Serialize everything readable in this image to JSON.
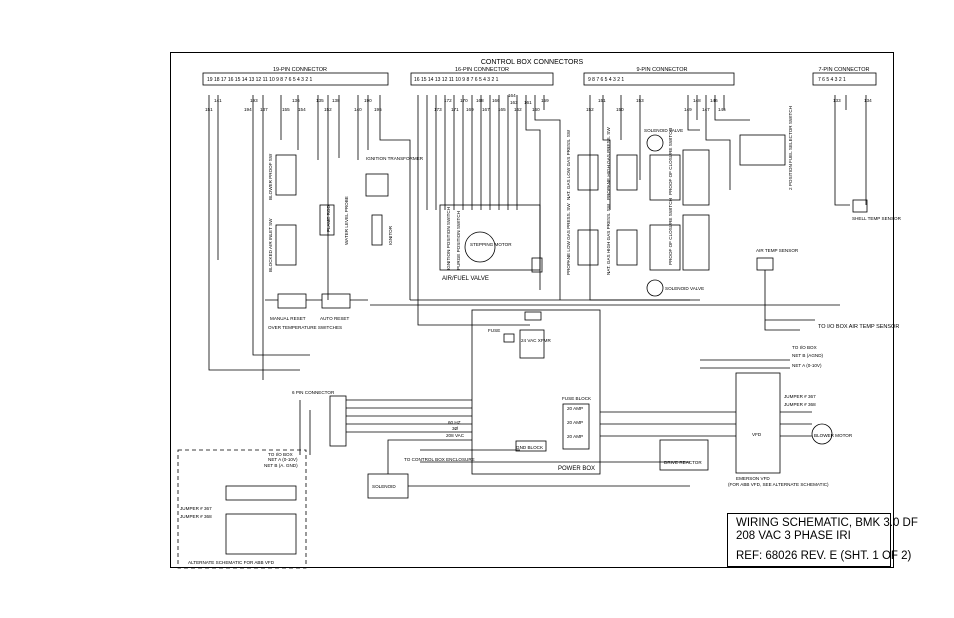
{
  "header": {
    "title": "CONTROL BOX CONNECTORS"
  },
  "connectors": {
    "c19": {
      "label": "19-PIN CONNECTOR",
      "pins": "19 18 17   16 15 14 13   12 11 10 9   8  7  6  5  4  3   2   1"
    },
    "c16": {
      "label": "16-PIN CONNECTOR",
      "pins": "16 15 14 13 12 11 10  9   8  7  6  5  4  3  2  1"
    },
    "c9": {
      "label": "9-PIN CONNECTOR",
      "pins": "9    8       7       6                   5   4   3   2   1"
    },
    "c7": {
      "label": "7-PIN CONNECTOR",
      "pins": "7  6  5  4  3  2  1"
    },
    "c6": {
      "label": "6 PIN CONNECTOR"
    }
  },
  "wires19": [
    "141",
    "151",
    "193",
    "194",
    "137",
    "136",
    "155",
    "154",
    "135",
    "138",
    "152",
    "140",
    "190",
    "195"
  ],
  "wires16": [
    "173",
    "172",
    "171",
    "170",
    "169",
    "168",
    "167",
    "166",
    "165",
    "164",
    "163",
    "162",
    "161",
    "160",
    "159"
  ],
  "wires9": [
    "152",
    "151",
    "150",
    "153",
    "149",
    "148",
    "147",
    "146",
    "145"
  ],
  "wires7": [
    "133",
    "134"
  ],
  "components": {
    "blower_proof": "BLOWER PROOF SW",
    "blocked_inlet": "BLOCKED AIR INLET SW",
    "ignition_transformer": "IGNITION TRANSFORMER",
    "flame_rod": "FLAME ROD",
    "water_level": "WATER LEVEL PROBE",
    "ignitor": "IGNITOR",
    "gnd": "GND",
    "ignition_position": "IGNITION POSITION SWITCH",
    "purge_position": "PURGE POSITION SWITCH",
    "stepping_motor": "STEPPING MOTOR",
    "air_fuel_valve": "AIR/FUEL VALVE",
    "manual_reset": "MANUAL RESET",
    "auto_reset": "AUTO RESET",
    "over_temp": "OVER TEMPERATURE SWITCHES",
    "nat_gas_low": "NAT. GAS LOW GAS PRESS. SW",
    "propane_high": "PROPANE HIGH GAS PRESS. SW",
    "propane_low": "PROPANE LOW GAS PRESS. SW",
    "nat_gas_high": "NAT. GAS HIGH GAS PRESS. SW",
    "solenoid_valve": "SOLENOID VALVE",
    "proof_closure": "PROOF OF CLOSURE SWITCH",
    "fuel_selector": "2 POSITION FUEL SELECTOR SWITCH",
    "shell_temp": "SHELL TEMP SENSOR",
    "air_temp": "AIR TEMP SENSOR",
    "to_io_air": "TO I/O BOX AIR TEMP SENSOR",
    "fuse": "FUSE",
    "xfmr": "24 VAC XFMR",
    "hz": "60 HZ",
    "phase": "3Ø",
    "vac": "208 VAC",
    "fuse_block": "FUSE BLOCK",
    "amp": "20 AMP",
    "gnd_block": "GND BLOCK",
    "power_box": "POWER BOX",
    "to_control_box": "TO CONTROL BOX ENCLOSURE",
    "solenoid": "SOLENOID",
    "drive_reactor": "DRIVE REACTOR",
    "vfd": "VFD",
    "emerson_vfd": "EMERSON VFD",
    "blower_motor": "BLOWER MOTOR",
    "to_io_box": "TO I/O BOX",
    "net_b": "NET B (AGND)",
    "net_a": "NET A (0-10V)",
    "jumper367": "JUMPER # 367",
    "jumper368": "JUMPER # 368",
    "abb_note": "(FOR ABB VFD, SEE ALTERNATE SCHEMATIC)",
    "alt_schematic": "ALTERNATE SCHEMATIC FOR ABB VFD",
    "alt_net_a": "NET A (0-10V)",
    "alt_net_b": "NET B (A. GND)",
    "alt_to_io": "TO I/O BOX"
  },
  "title_block": {
    "line1": "WIRING SCHEMATIC, BMK 3.0 DF",
    "line2": "208 VAC 3 PHASE IRI",
    "line3": "REF: 68026 REV. E (SHT. 1 OF 2)"
  }
}
